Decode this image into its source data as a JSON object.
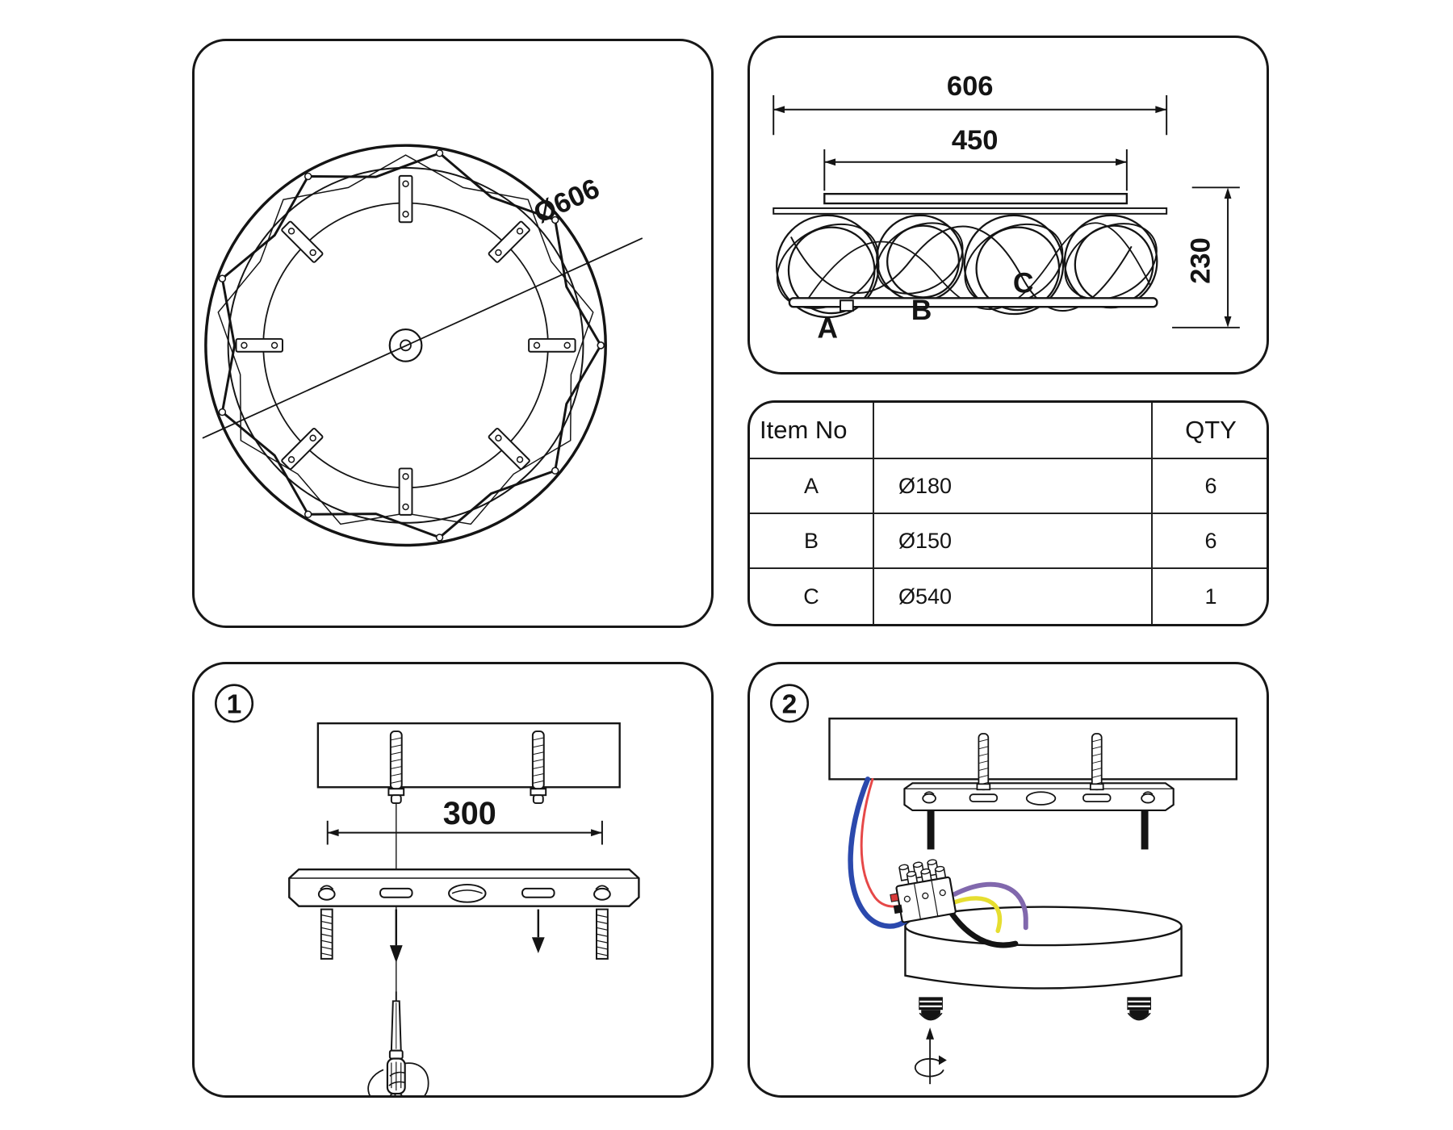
{
  "document": {
    "type_label": "ceiling lamp installation diagram",
    "background": "#ffffff",
    "line_color": "#141414"
  },
  "top_view": {
    "diameter_label": "Ø606"
  },
  "side_view": {
    "total_width": "606",
    "plate_width": "450",
    "height": "230",
    "ring_label_a": "A",
    "ring_label_b": "B",
    "ring_label_c": "C"
  },
  "parts_table": {
    "header_item": "Item No",
    "header_spec": "",
    "header_qty": "QTY",
    "rows": [
      {
        "item": "A",
        "spec": "Ø180",
        "qty": "6"
      },
      {
        "item": "B",
        "spec": "Ø150",
        "qty": "6"
      },
      {
        "item": "C",
        "spec": "Ø540",
        "qty": "1"
      }
    ]
  },
  "step1": {
    "number": "1",
    "hole_spacing": "300"
  },
  "step2": {
    "number": "2"
  },
  "colors": {
    "wire_red": "#e64848",
    "wire_blue": "#2b49ad",
    "wire_purple": "#8168ad",
    "wire_yellow": "#e6de30",
    "wire_black": "#141414",
    "terminal_red": "#d83a3a",
    "terminal_black": "#141414"
  }
}
